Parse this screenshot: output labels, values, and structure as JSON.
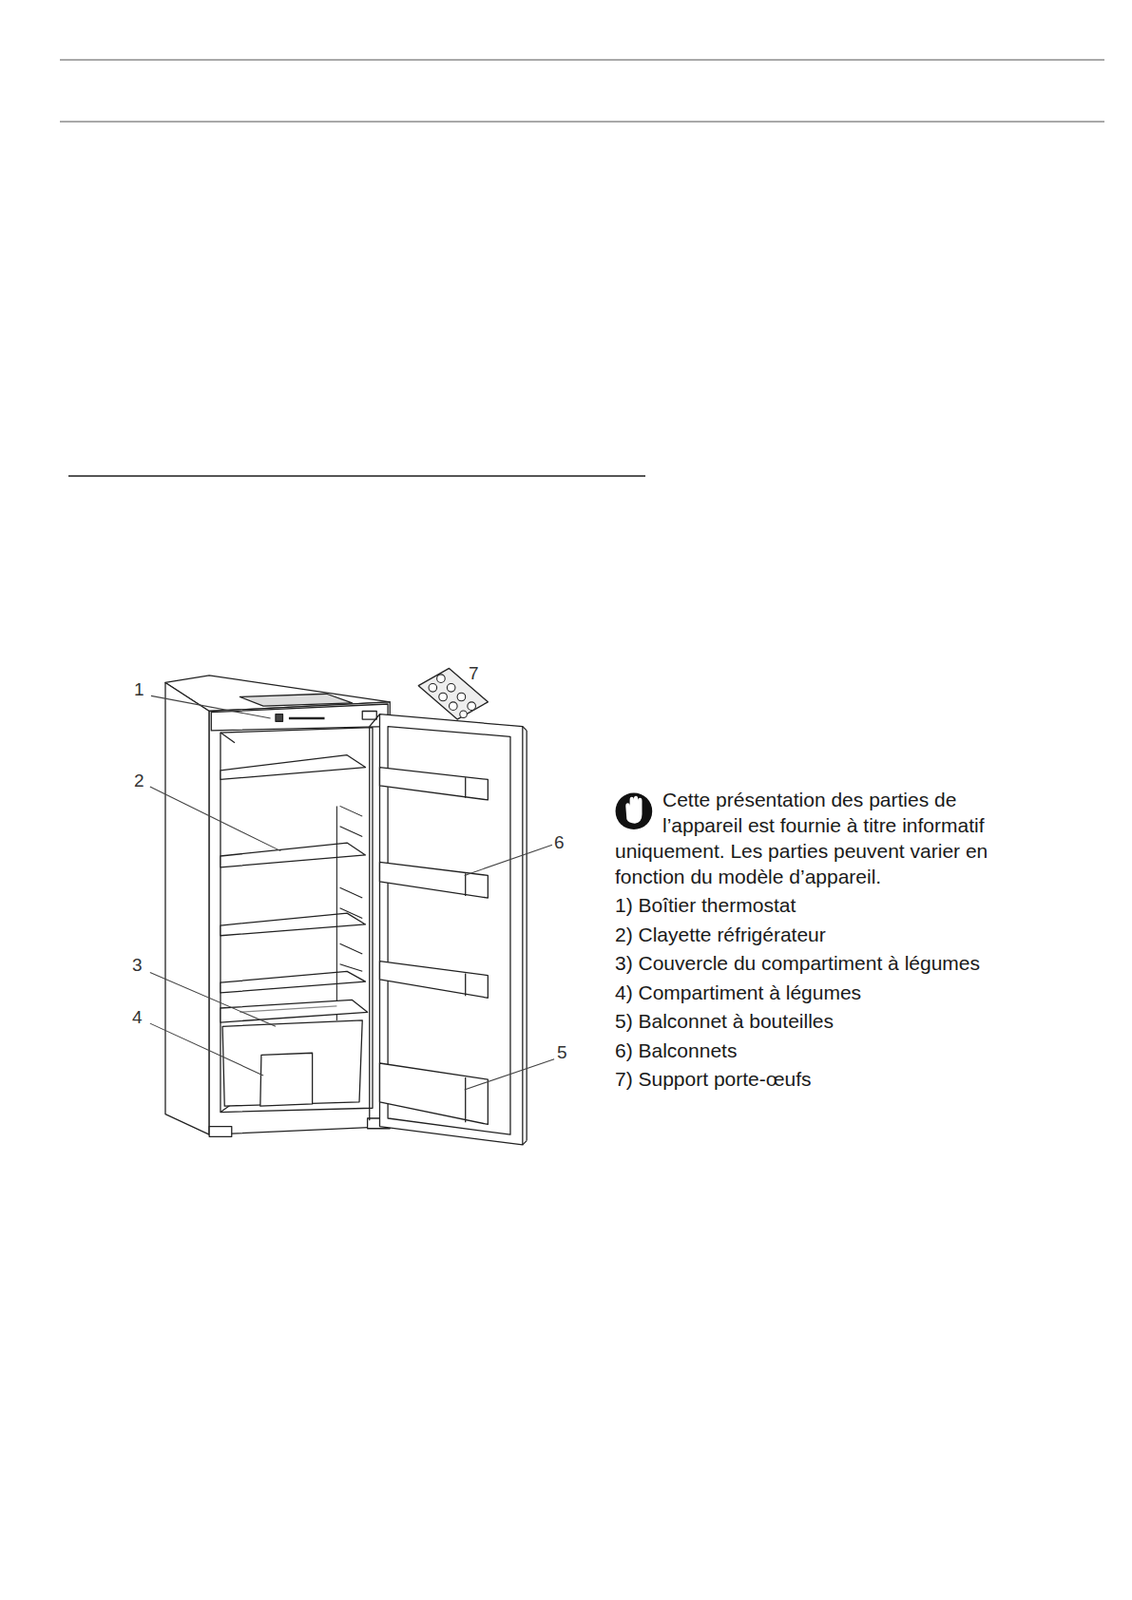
{
  "diagram": {
    "labels": [
      "1",
      "2",
      "3",
      "4",
      "5",
      "6",
      "7",
      "Cette présentation des parties de l’appareil est fournie à titre informatif uniquement. Les parties peuvent varier en fonction du modèle d’appareil.",
      "1) Boîtier thermostat",
      "2) Clayette réfrigérateur",
      "3) Couvercle du compartiment à légumes",
      "4) Compartiment à légumes",
      "5) Balconnet à bouteilles",
      "6) Balconnets",
      "7) Support porte-œufs"
    ]
  }
}
